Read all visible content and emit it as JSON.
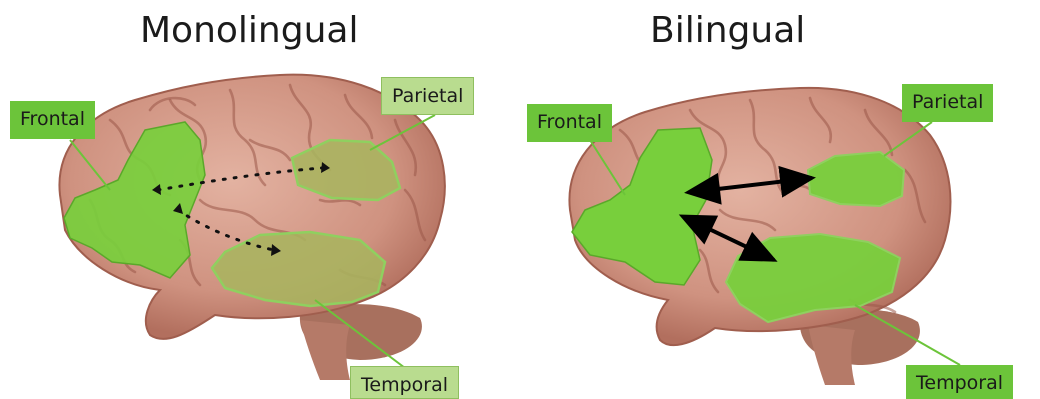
{
  "panels": {
    "left": {
      "title": "Monolingual",
      "labels": {
        "frontal": "Frontal",
        "parietal": "Parietal",
        "temporal": "Temporal"
      }
    },
    "right": {
      "title": "Bilingual",
      "labels": {
        "frontal": "Frontal",
        "parietal": "Parietal",
        "temporal": "Temporal"
      }
    }
  },
  "colors": {
    "label_bg": "#6cc43a",
    "label_bg_pale": "#b9dc8f",
    "region_bright": "#78cf3c",
    "region_olive": "#a9b45e",
    "brain": "#d39a88",
    "connection": "#000000"
  },
  "connections": {
    "monolingual": "dotted",
    "bilingual": "solid-double-arrow"
  }
}
